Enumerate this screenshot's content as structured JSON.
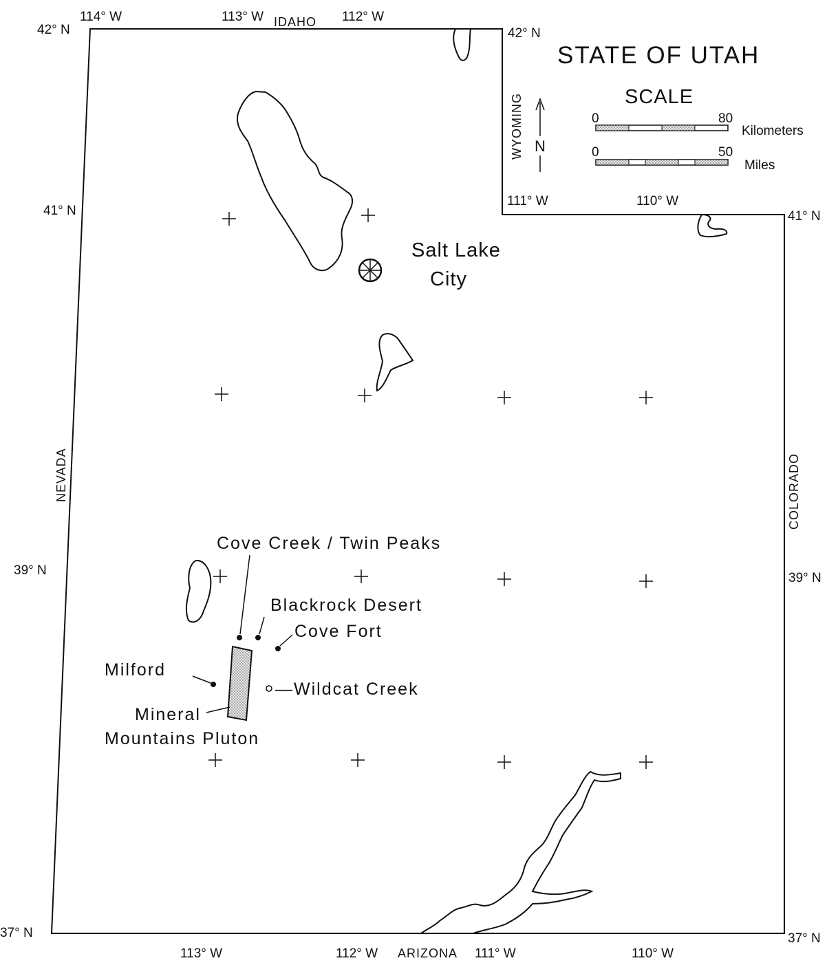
{
  "map": {
    "title": "STATE OF UTAH",
    "scale": {
      "title": "SCALE",
      "km_min": "0",
      "km_max": "80",
      "km_unit": "Kilometers",
      "mi_min": "0",
      "mi_max": "50",
      "mi_unit": "Miles"
    },
    "north_label": "N",
    "neighbors": {
      "north": "IDAHO",
      "east_upper": "WYOMING",
      "east": "COLORADO",
      "west": "NEVADA",
      "south": "ARIZONA"
    },
    "coords": {
      "lon_114_top": "114° W",
      "lon_113_top": "113° W",
      "lon_112_top": "112° W",
      "lat_42_left": "42° N",
      "lat_42_right": "42° N",
      "lon_111_inset": "111° W",
      "lon_110_inset": "110° W",
      "lat_41_left": "41° N",
      "lat_41_right": "41° N",
      "lat_39_left": "39° N",
      "lat_39_right": "39° N",
      "lat_37_left": "37° N",
      "lat_37_right": "37° N",
      "lon_113_bottom": "113° W",
      "lon_112_bottom": "112° W",
      "lon_111_bottom": "111° W",
      "lon_110_bottom": "110° W"
    },
    "city": {
      "line1": "Salt Lake",
      "line2": "City"
    },
    "sites": {
      "cove_creek": "Cove Creek / Twin Peaks",
      "blackrock": "Blackrock Desert",
      "cove_fort": "Cove Fort",
      "milford": "Milford",
      "wildcat": "—Wildcat Creek",
      "pluton_line1": "Mineral",
      "pluton_line2": "Mountains Pluton"
    }
  }
}
